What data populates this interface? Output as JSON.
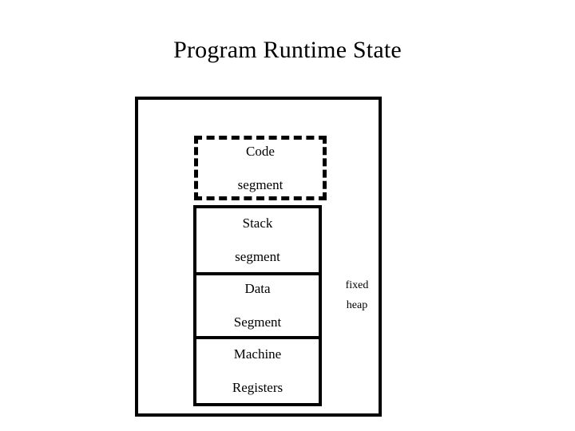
{
  "slide": {
    "title": "Program Runtime State",
    "background_color": "#ffffff",
    "stroke_color": "#000000"
  },
  "diagram": {
    "outer_frame_name": "program-runtime-state-frame",
    "segments": [
      {
        "id": "code",
        "line1": "Code",
        "line2": "segment",
        "border_style": "dashed"
      },
      {
        "id": "stack",
        "line1": "Stack",
        "line2": "segment",
        "border_style": "solid"
      },
      {
        "id": "data",
        "line1": "Data",
        "line2": "Segment",
        "border_style": "solid"
      },
      {
        "id": "registers",
        "line1": "Machine",
        "line2": "Registers",
        "border_style": "solid"
      }
    ],
    "annotations": [
      {
        "id": "fixed-heap",
        "line1": "fixed",
        "line2": "heap"
      }
    ]
  }
}
